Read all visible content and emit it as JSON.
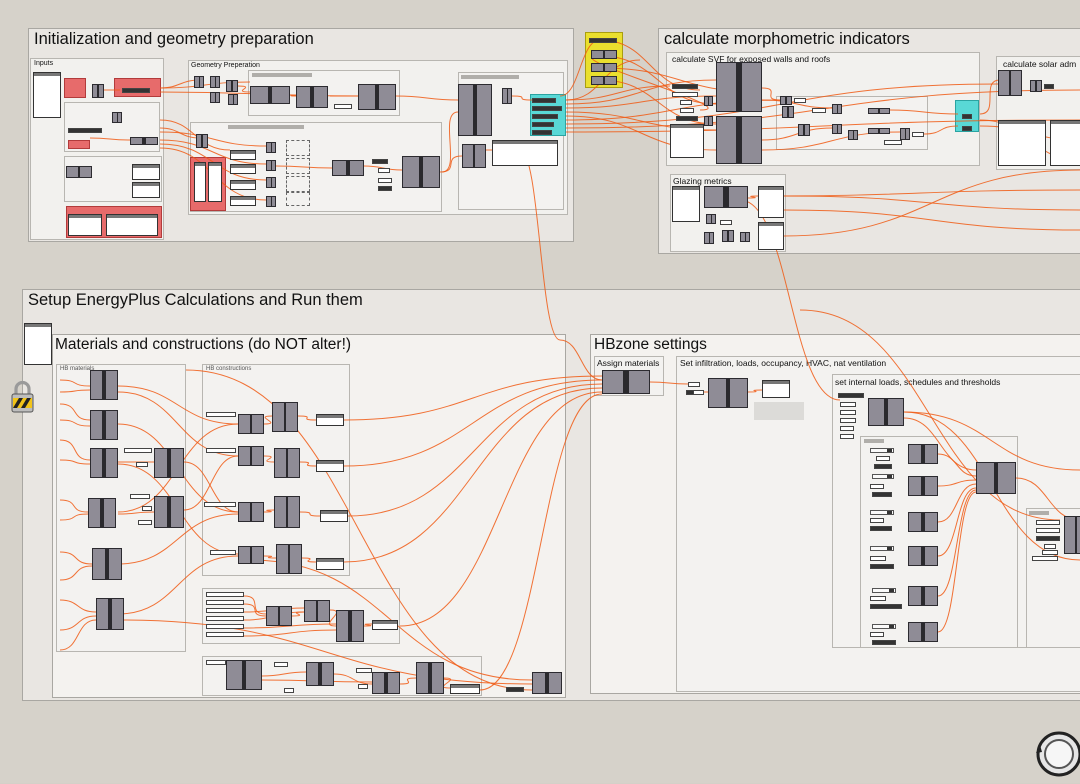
{
  "canvas": {
    "background": "#d6d2ca",
    "wire_color": "#f05a14"
  },
  "groups": {
    "init": {
      "title": "Initialization and geometry preparation"
    },
    "inputs": {
      "title": "Inputs"
    },
    "geometry": {
      "title": "Geometry Preperation"
    },
    "morph": {
      "title": "calculate morphometric indicators"
    },
    "svf": {
      "title": "calculate SVF for exposed walls and roofs"
    },
    "solar": {
      "title": "calculate solar adm"
    },
    "glazing": {
      "title": "Glazing metrics"
    },
    "energyplus": {
      "title": "Setup EnergyPlus Calculations and Run them"
    },
    "materials": {
      "title": "Materials and constructions (do NOT alter!)"
    },
    "hb_materials": {
      "title": "HB materials"
    },
    "hb_constructions": {
      "title": "HB constructions"
    },
    "hbzone": {
      "title": "HBzone settings"
    },
    "assign": {
      "title": "Assign materials"
    },
    "infiltration": {
      "title": "Set infiltration, loads, occupancy, HVAC, nat ventilation"
    },
    "internal": {
      "title": "set internal loads, schedules and thresholds"
    }
  },
  "icons": {
    "lock": "lock-icon",
    "navigator": "navigation-ring-icon"
  }
}
